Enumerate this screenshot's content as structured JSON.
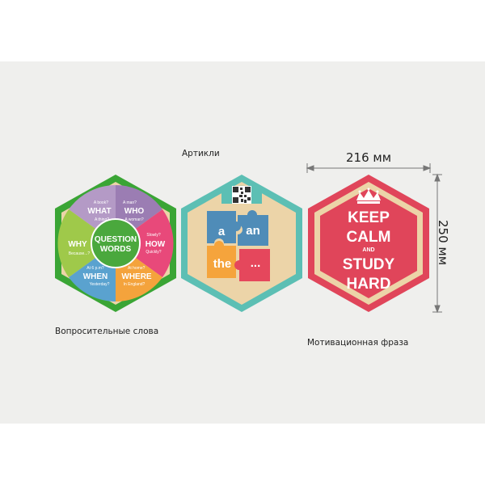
{
  "captions": {
    "articles": "Артикли",
    "question_words": "Вопросительные слова",
    "motivational": "Мотивационная фраза"
  },
  "dimensions": {
    "width": "216 мм",
    "height": "250 мм"
  },
  "question_words": {
    "center_line1": "QUESTION",
    "center_line2": "WORDS",
    "segments": [
      {
        "word": "WHAT",
        "hint1": "A book?",
        "hint2": "A thing?"
      },
      {
        "word": "WHO",
        "hint1": "A man?",
        "hint2": "A woman?"
      },
      {
        "word": "HOW",
        "hint1": "Slowly?",
        "hint2": "Quickly?"
      },
      {
        "word": "WHERE",
        "hint1": "At home?",
        "hint2": "In England?"
      },
      {
        "word": "WHEN",
        "hint1": "At 6 p.m?",
        "hint2": "Yesterday?"
      },
      {
        "word": "WHY",
        "hint1": "Because...?",
        "hint2": ""
      }
    ]
  },
  "articles": {
    "pieces": [
      "a",
      "an",
      "the",
      "..."
    ]
  },
  "motivation": {
    "line1": "KEEP",
    "line2": "CALM",
    "line3": "AND",
    "line4": "STUDY",
    "line5": "HARD"
  },
  "colors": {
    "band": "#efefed",
    "green_frame": "#3aa535",
    "wood": "#ecd4a8",
    "teal_frame": "#5cbfb4",
    "red_frame": "#e0455a",
    "purple": "#9b7db3",
    "lilac": "#b49ac6",
    "pink": "#e8497a",
    "orange": "#f4a33c",
    "blue": "#5aa2cf",
    "lightgreen": "#9fc94a",
    "puzzle_blue": "#4f8cb8",
    "puzzle_orange": "#f5a43c",
    "puzzle_red": "#e5475c"
  }
}
